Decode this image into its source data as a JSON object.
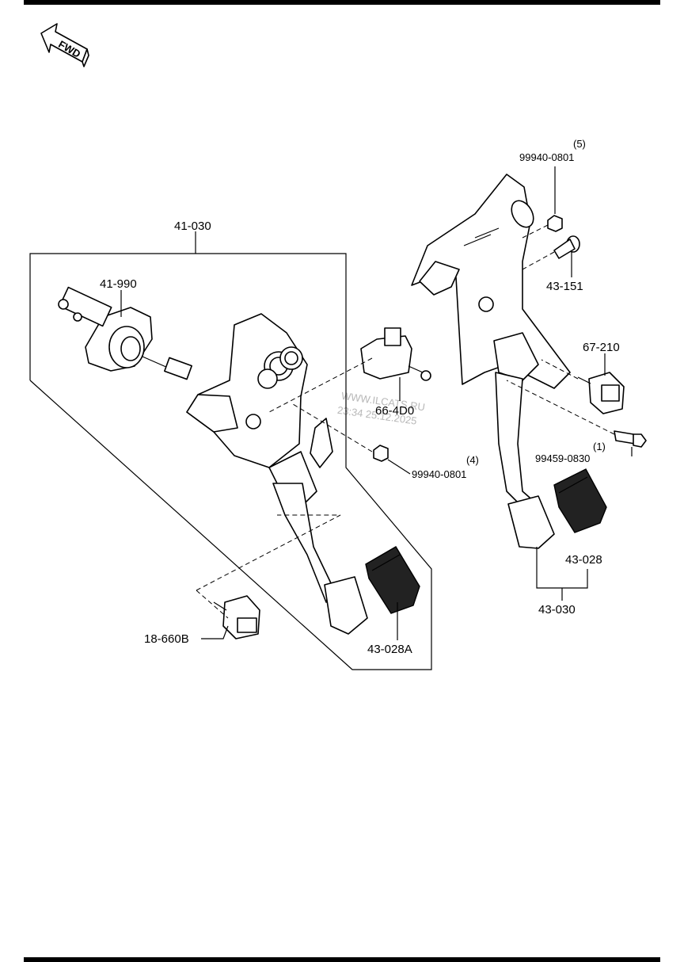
{
  "fwd_label": "FWD",
  "watermark": {
    "line1": "WWW.ILCATS.RU",
    "line2": "23:34 25.12.2025"
  },
  "callouts": {
    "assembly_left": "41-030",
    "master_cylinder": "41-990",
    "connector_66": "66-4D0",
    "nut_left": "99940-0801",
    "nut_left_qty": "(4)",
    "switch_18": "18-660B",
    "pad_left": "43-028A",
    "nut_right": "99940-0801",
    "nut_right_qty": "(5)",
    "bolt_43151": "43-151",
    "switch_67": "67-210",
    "bolt_99459": "99459-0830",
    "bolt_99459_qty": "(1)",
    "pad_right": "43-028",
    "assembly_right": "43-030"
  }
}
